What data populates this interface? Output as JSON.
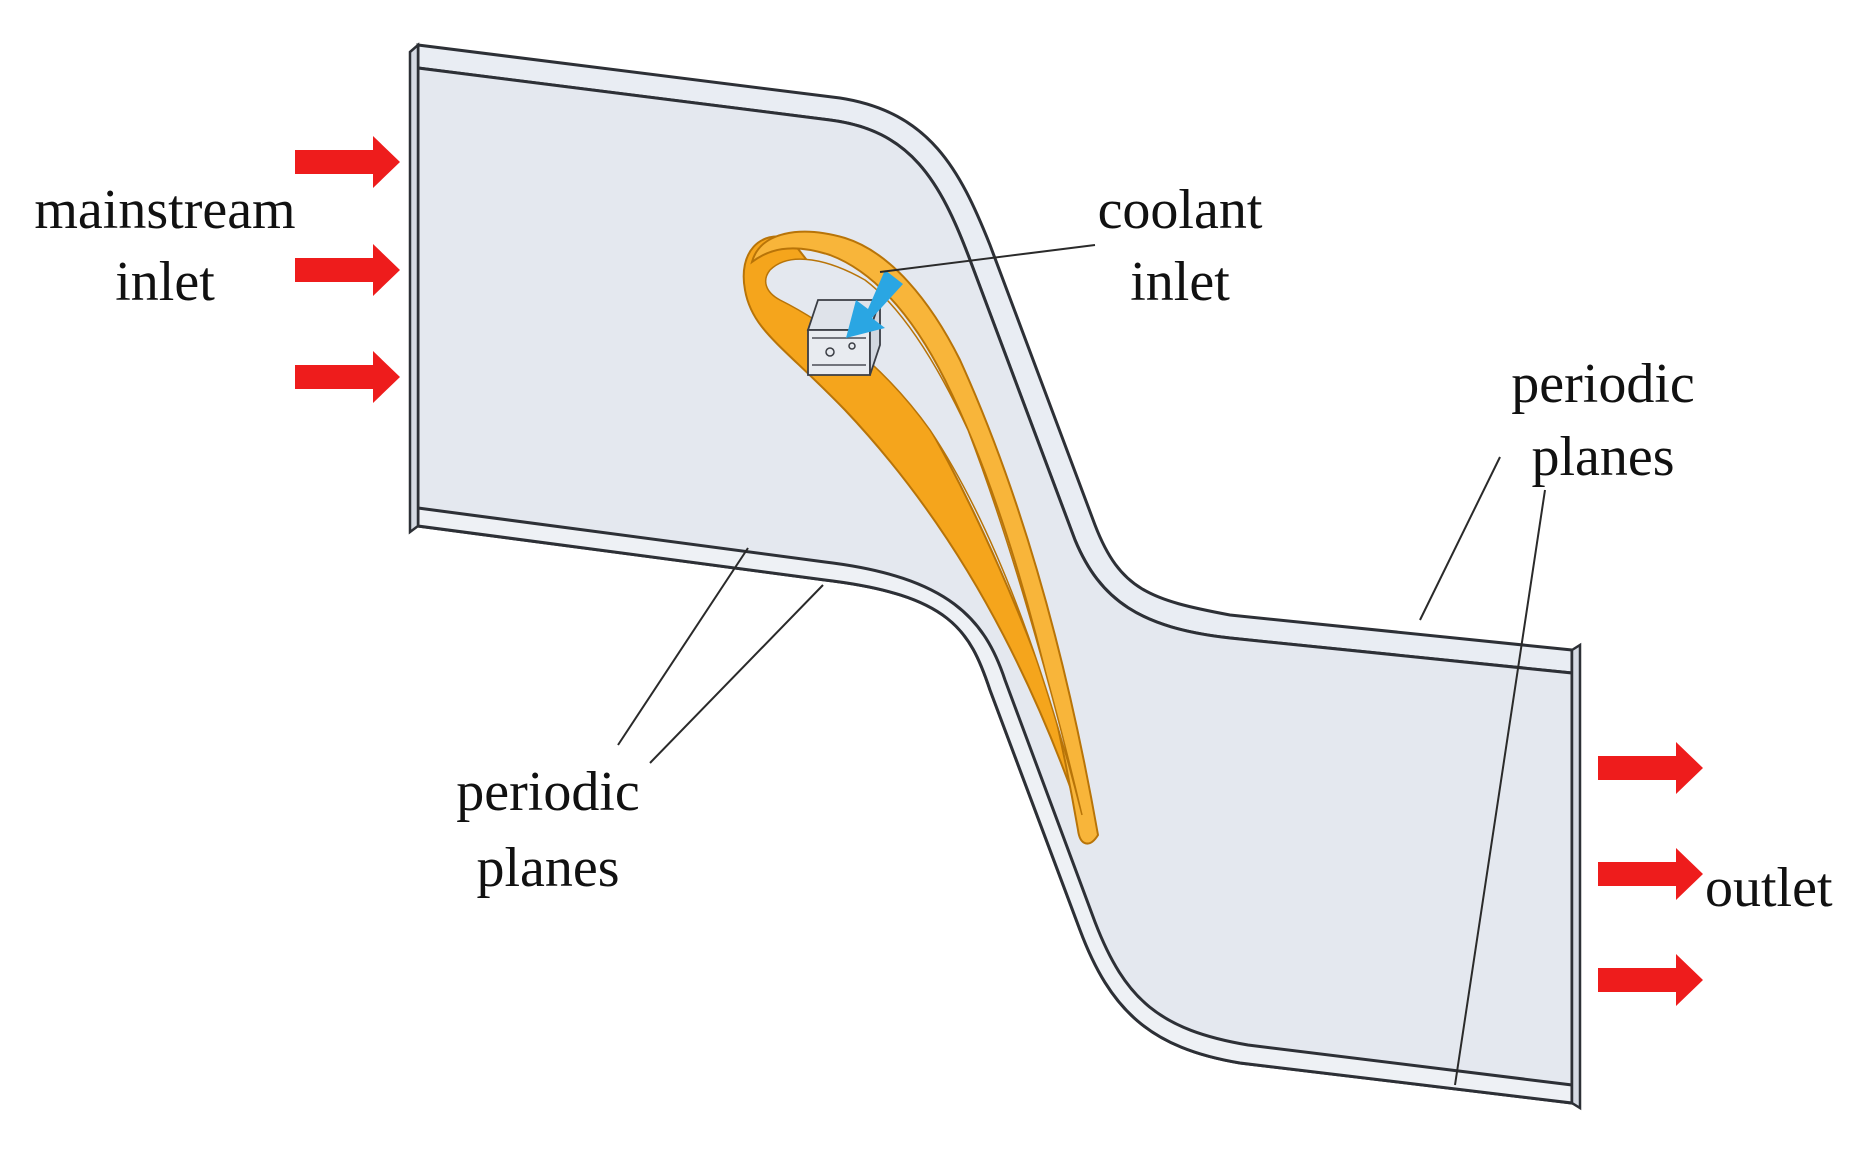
{
  "labels": {
    "mainstream_inlet": {
      "line1": "mainstream",
      "line2": "inlet"
    },
    "coolant_inlet": {
      "line1": "coolant",
      "line2": "inlet"
    },
    "periodic_planes_right": {
      "line1": "periodic",
      "line2": "planes"
    },
    "periodic_planes_left": {
      "line1": "periodic",
      "line2": "planes"
    },
    "outlet": "outlet"
  },
  "colors": {
    "domain_fill": "#e4e8ef",
    "domain_edge": "#e9edf3",
    "outline": "#2d3036",
    "airfoil": "#f5a51c",
    "airfoil_edge": "#b87408",
    "flow_arrow": "#ee1c1c",
    "coolant_arrow": "#2aa6e3"
  }
}
